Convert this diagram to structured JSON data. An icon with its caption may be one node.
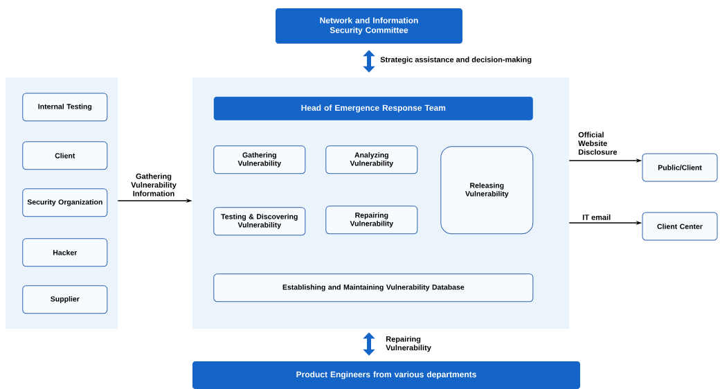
{
  "diagram": {
    "nodes": [
      {
        "text": [
          "Network and Information Security Committee"
        ]
      },
      {
        "text": [],
        "shape": "box"
      },
      {
        "text": [
          "Internal Testing"
        ],
        "in": 1
      },
      {
        "text": [
          "Client"
        ],
        "in": 1
      },
      {
        "text": [
          "Security Organization"
        ],
        "in": 1
      },
      {
        "text": [
          "Hacker"
        ],
        "in": 1
      },
      {
        "text": [
          "Supplier"
        ],
        "in": 1
      },
      {
        "text": [],
        "shape": "box"
      },
      {
        "text": [
          "Head of Emergence Response Team"
        ],
        "in": 7
      },
      {
        "text": [
          "Gathering Vulnerability"
        ],
        "in": 7
      },
      {
        "text": [
          "Analyzing Vulnerability"
        ],
        "in": 7
      },
      {
        "text": [
          "Releasing Vulnerability"
        ],
        "in": 7
      },
      {
        "text": [
          "Testing & Discovering Vulnerability"
        ],
        "in": 7
      },
      {
        "text": [
          "Repairing Vulnerability"
        ],
        "in": 7
      },
      {
        "text": [
          "Establishing and Maintaining Vulnerability Database"
        ],
        "in": 7
      },
      {
        "text": [
          "Public/Client"
        ]
      },
      {
        "text": [
          "Client Center"
        ]
      },
      {
        "text": [
          "Product Engineers from various departments"
        ]
      }
    ],
    "edges": [
      {
        "from": 0,
        "to": 7,
        "arrow": "both",
        "label": "Strategic assistance and decision-making",
        "style": "thick",
        "color": "#1565c8"
      },
      {
        "from": 1,
        "to": 7,
        "arrow": "to",
        "label": "Gathering Vulnerability Information"
      },
      {
        "from": 7,
        "to": 15,
        "arrow": "to",
        "label": "Official Website Disclosure"
      },
      {
        "from": 7,
        "to": 16,
        "arrow": "to",
        "label": "IT email"
      },
      {
        "from": 7,
        "to": 17,
        "arrow": "both",
        "label": "Repairing Vulnerability",
        "style": "thick",
        "color": "#1565c8"
      }
    ]
  }
}
